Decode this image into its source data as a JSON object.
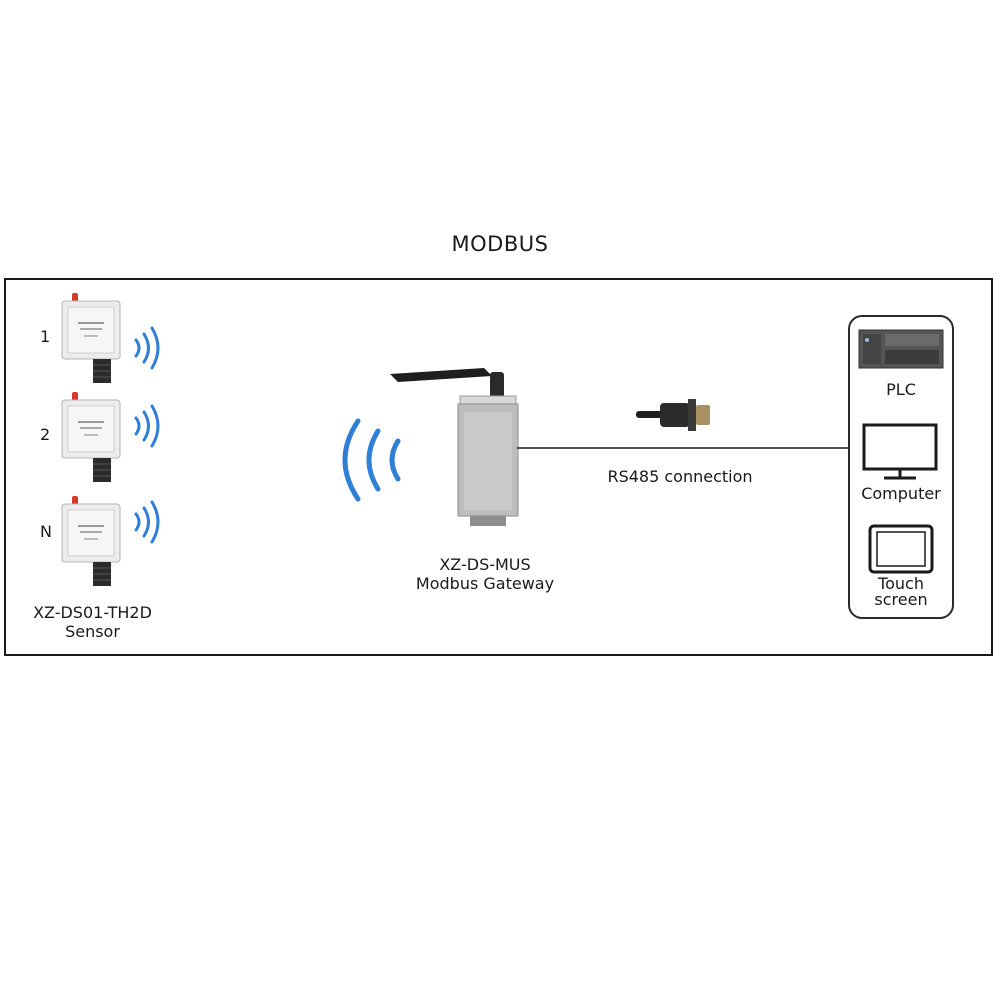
{
  "title": "MODBUS",
  "sensors": {
    "numbers": [
      "1",
      "2",
      "N"
    ],
    "label_line1": "XZ-DS01-TH2D",
    "label_line2": "Sensor"
  },
  "gateway": {
    "label_line1": "XZ-DS-MUS",
    "label_line2": "Modbus Gateway"
  },
  "connection": {
    "label": "RS485 connection"
  },
  "devices": {
    "plc": "PLC",
    "computer": "Computer",
    "touch_line1": "Touch",
    "touch_line2": "screen"
  },
  "colors": {
    "wave_blue": "#2f7fd6",
    "line": "#1a1a1a"
  }
}
